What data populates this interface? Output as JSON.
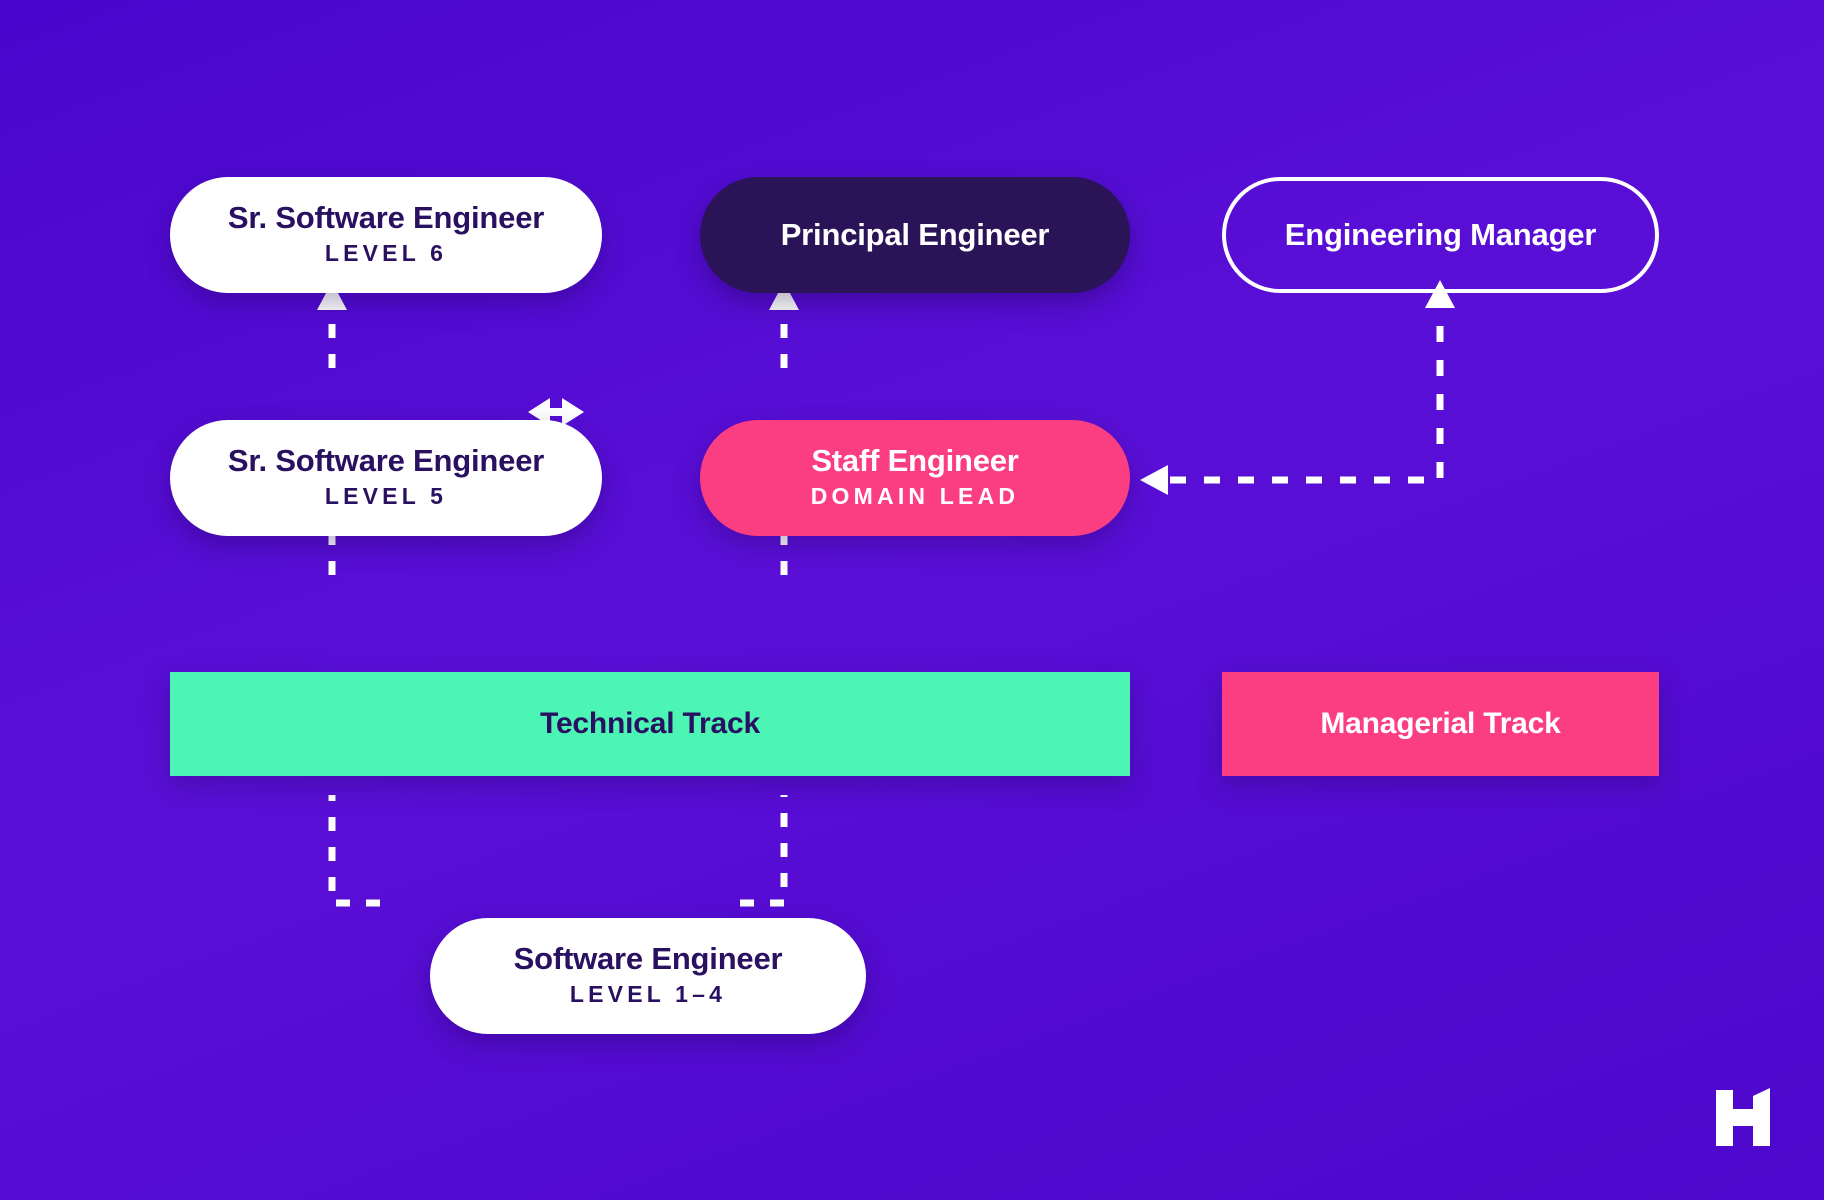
{
  "theme": {
    "background": "#4B08CC",
    "white": "#FFFFFF",
    "dark_purple": "#2A1356",
    "text_purple": "#2A1060",
    "pink": "#FB3E81",
    "green": "#4CF5B4"
  },
  "nodes": {
    "sr_swe_l6": {
      "title": "Sr. Software Engineer",
      "sub": "LEVEL 6"
    },
    "principal_engineer": {
      "title": "Principal Engineer",
      "sub": ""
    },
    "engineering_manager": {
      "title": "Engineering Manager",
      "sub": ""
    },
    "sr_swe_l5": {
      "title": "Sr. Software Engineer",
      "sub": "LEVEL 5"
    },
    "staff_engineer": {
      "title": "Staff Engineer",
      "sub": "DOMAIN LEAD"
    },
    "software_engineer": {
      "title": "Software Engineer",
      "sub": "LEVEL 1–4"
    }
  },
  "tracks": {
    "technical": "Technical Track",
    "managerial": "Managerial Track"
  },
  "connectors": {
    "l6_to_principal": "double-arrow-horizontal",
    "principal_to_manager": "double-arrow-horizontal",
    "l5_to_staff": "double-arrow-horizontal",
    "l5_to_l6": "dashed-arrow-up",
    "staff_to_principal": "dashed-arrow-up",
    "track_to_l5": "dashed-arrow-up",
    "track_to_staff": "dashed-arrow-up",
    "manager_to_staff": "dashed-elbow-arrow-left",
    "swe_to_track_left": "dashed-elbow-up",
    "swe_to_track_right": "dashed-elbow-up"
  },
  "logo": {
    "name": "h-logo",
    "letter": "H"
  }
}
